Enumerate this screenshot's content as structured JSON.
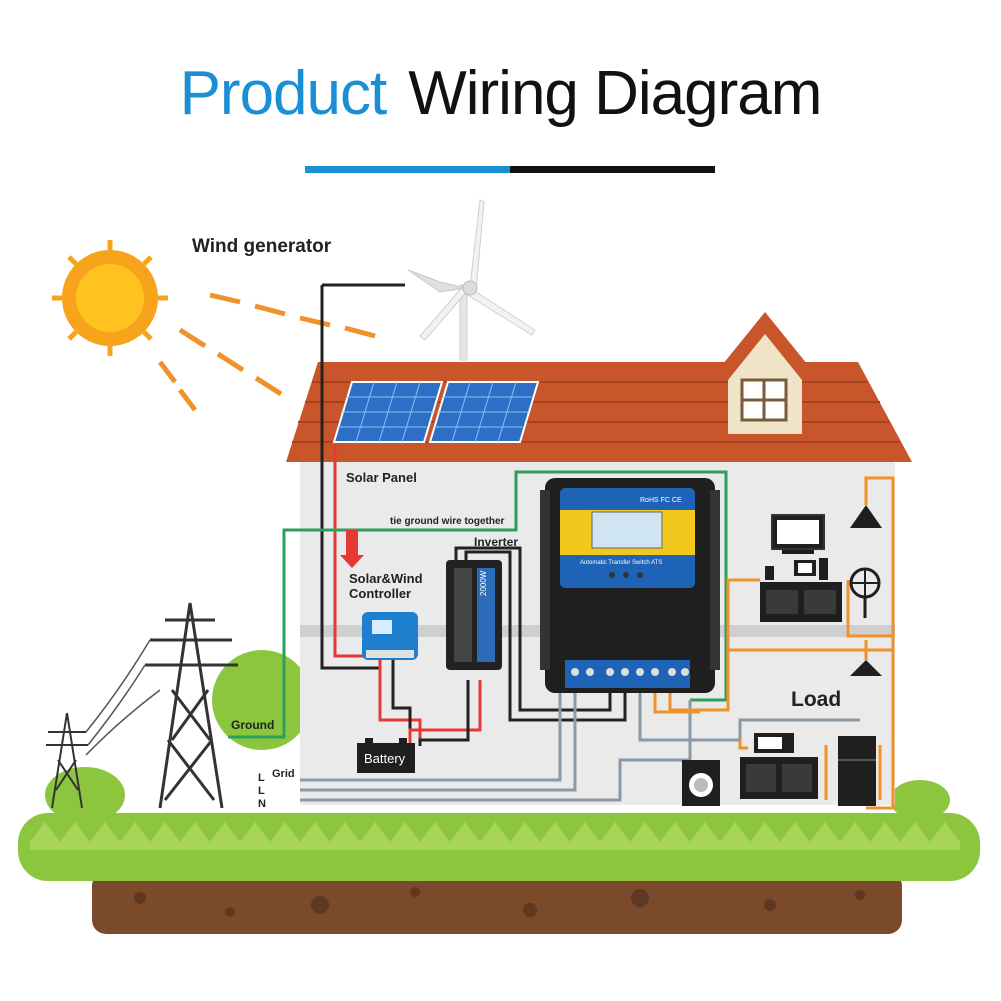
{
  "title": {
    "part1": "Product",
    "part2": "Wiring Diagram"
  },
  "labels": {
    "wind_generator": "Wind generator",
    "solar_panel": "Solar Panel",
    "tie_ground": "tie ground wire together",
    "inverter": "Inverter",
    "controller_line1": "Solar&Wind",
    "controller_line2": "Controller",
    "ground": "Ground",
    "battery": "Battery",
    "grid": "Grid",
    "grid_l1": "L",
    "grid_l2": "L",
    "grid_n": "N",
    "load": "Load",
    "inverter_rating": "2000W",
    "ats_brand": "RoHS FC CE",
    "ats_name": "Automatic Transfer Switch ATS"
  },
  "colors": {
    "accent_blue": "#1a8fd6",
    "roof": "#c9552a",
    "grass": "#8cc63f",
    "soil": "#7a4a2a",
    "wire_red": "#e53935",
    "wire_green": "#2e9e5b",
    "wire_orange": "#f0922b",
    "wire_gray": "#8a9aa8",
    "wire_black": "#222222"
  }
}
